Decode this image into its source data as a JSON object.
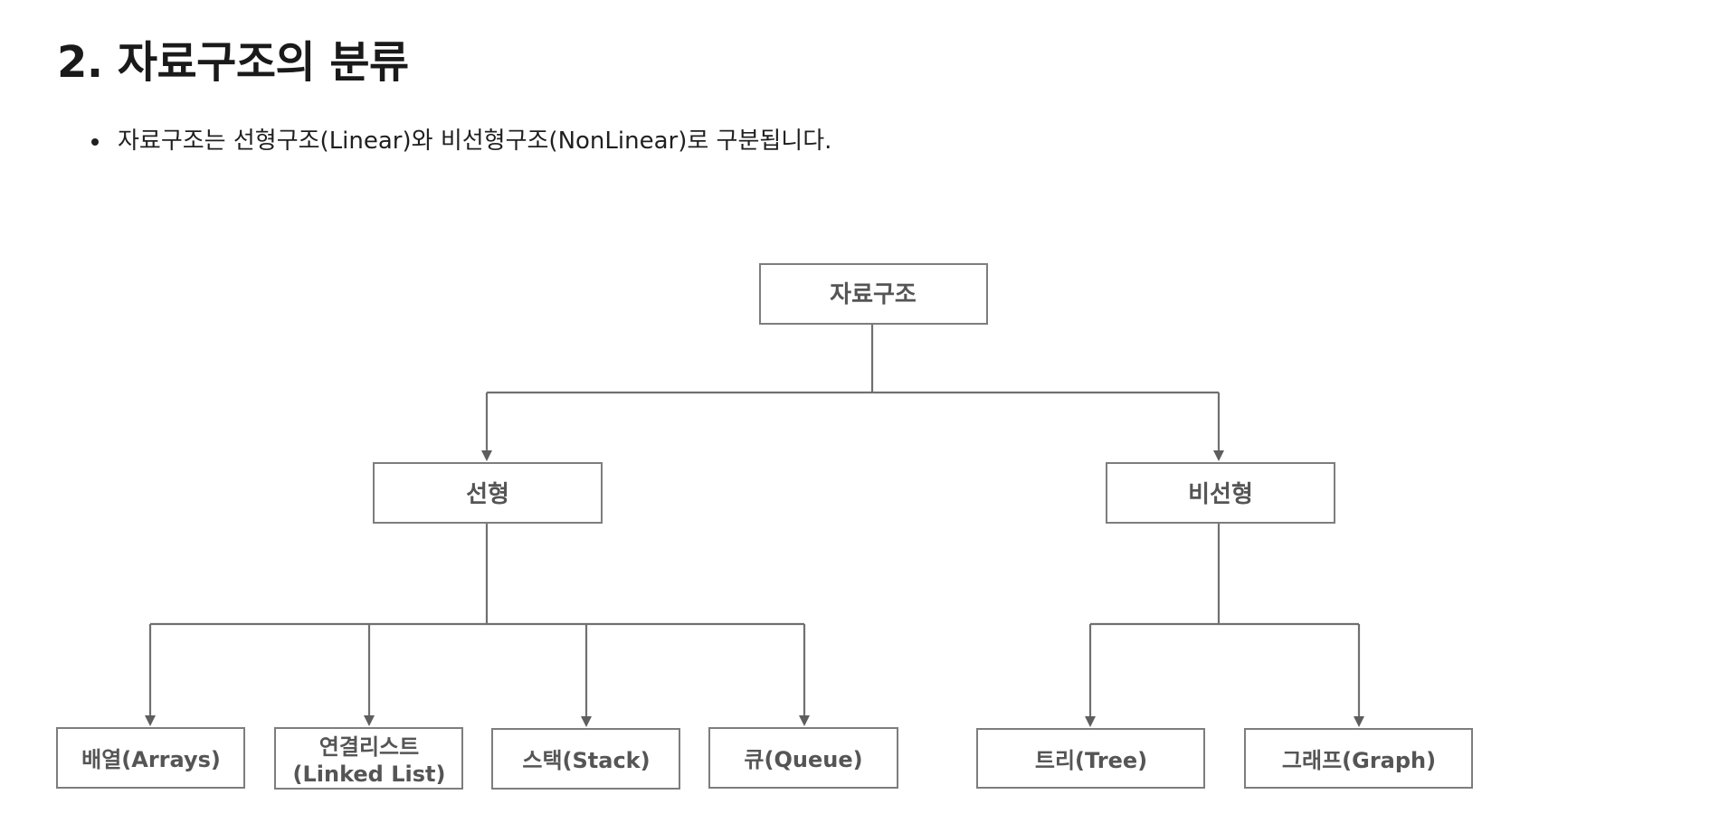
{
  "section": {
    "heading": "2. 자료구조의 분류",
    "bullets": [
      "자료구조는 선형구조(Linear)와 비선형구조(NonLinear)로 구분됩니다."
    ]
  },
  "diagram": {
    "root": "자료구조",
    "linear": {
      "label": "선형",
      "children": {
        "arrays": "배열(Arrays)",
        "linked_list_line1": "연결리스트",
        "linked_list_line2": "(Linked List)",
        "stack": "스택(Stack)",
        "queue": "큐(Queue)"
      }
    },
    "nonlinear": {
      "label": "비선형",
      "children": {
        "tree": "트리(Tree)",
        "graph": "그래프(Graph)"
      }
    }
  }
}
